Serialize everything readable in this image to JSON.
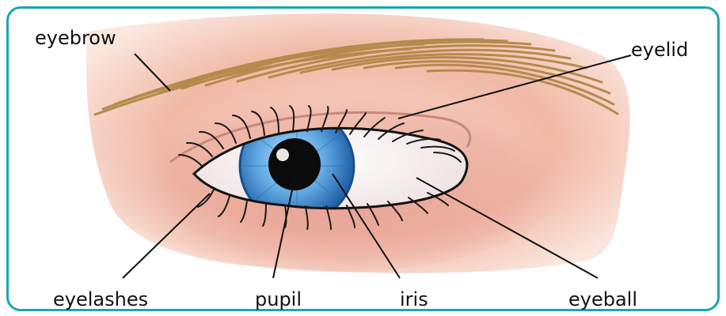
{
  "labels": {
    "eyebrow": "eyebrow",
    "eyelid": "eyelid",
    "eyelashes": "eyelashes",
    "pupil": "pupil",
    "iris": "iris",
    "eyeball": "eyeball"
  },
  "colors": {
    "border": "#17a9ad",
    "skin": "#f4c7b6",
    "skin_shadow": "#e39a8d",
    "brow": "#b58a4c",
    "iris": "#5aa7de",
    "iris_dark": "#1f5fa6",
    "sclera": "#fbf7f7",
    "pupil": "#0b0b0b",
    "lash": "#1a1a1a"
  }
}
